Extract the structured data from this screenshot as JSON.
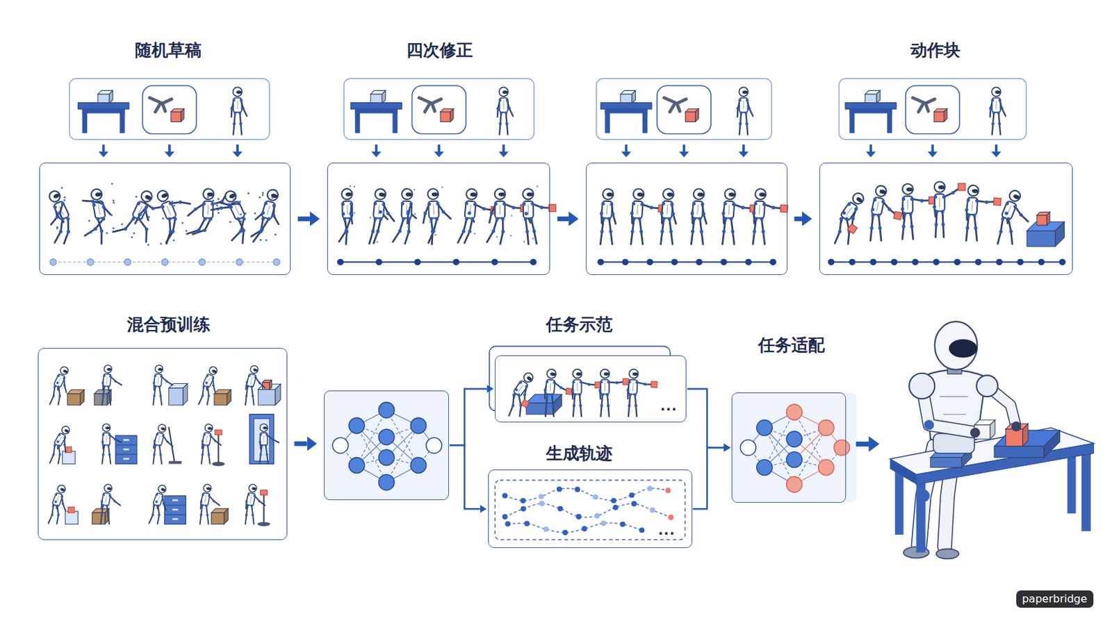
{
  "diagram": {
    "nodes": [
      {
        "text": [
          "随机草稿"
        ]
      },
      {
        "text": [
          "四次修正"
        ]
      },
      {
        "text": []
      },
      {
        "text": [
          "动作块"
        ]
      },
      {
        "text": [
          "混合预训练"
        ]
      },
      {
        "text": []
      },
      {
        "text": [
          "任务示范"
        ]
      },
      {
        "text": [
          "生成轨迹"
        ]
      },
      {
        "text": [
          "任务适配"
        ]
      }
    ],
    "edges": [
      {
        "from": 0,
        "to": 1,
        "arrow": "to"
      },
      {
        "from": 1,
        "to": 2,
        "arrow": "to"
      },
      {
        "from": 2,
        "to": 3,
        "arrow": "to"
      },
      {
        "from": 4,
        "to": 5,
        "arrow": "to"
      },
      {
        "from": 5,
        "to": 6,
        "arrow": "to"
      },
      {
        "from": 5,
        "to": 7,
        "arrow": "to"
      },
      {
        "from": 6,
        "to": 8,
        "arrow": "to"
      },
      {
        "from": 7,
        "to": 8,
        "arrow": "to"
      }
    ],
    "labels": [
      "...",
      "...",
      "paperbridge"
    ]
  }
}
